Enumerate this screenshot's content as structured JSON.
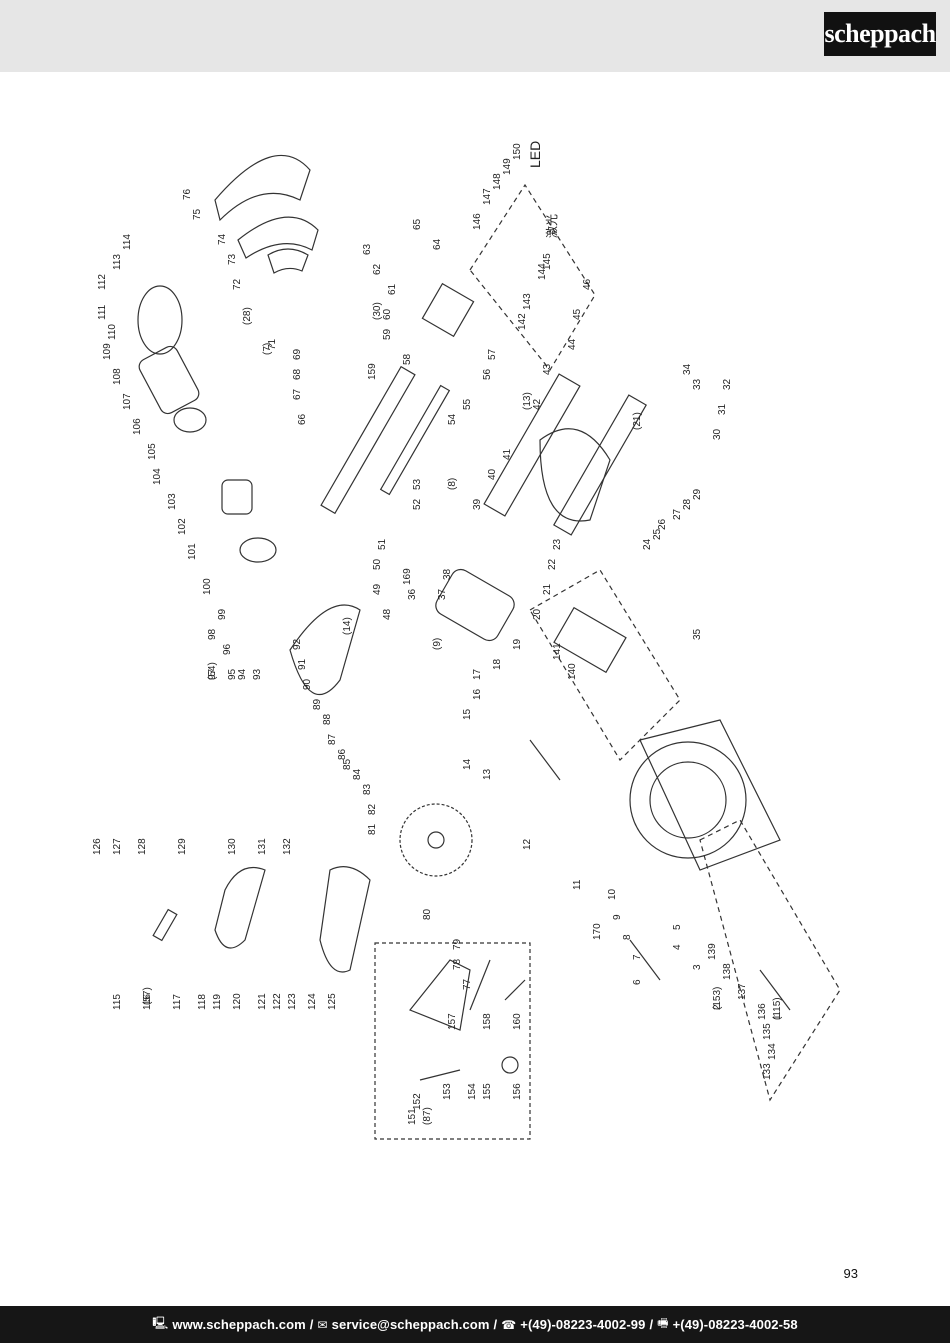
{
  "brand": {
    "logo_text": "scheppach"
  },
  "diagram": {
    "laser_label": "LED",
    "chinese_label": "激光",
    "callouts": [
      "1",
      "2",
      "3",
      "4",
      "5",
      "6",
      "7",
      "8",
      "9",
      "10",
      "11",
      "12",
      "13",
      "14",
      "15",
      "16",
      "17",
      "18",
      "19",
      "20",
      "21",
      "22",
      "23",
      "24",
      "25",
      "26",
      "27",
      "28",
      "29",
      "30",
      "31",
      "32",
      "33",
      "34",
      "35",
      "36",
      "37",
      "38",
      "39",
      "40",
      "41",
      "42",
      "43",
      "44",
      "45",
      "46",
      "48",
      "49",
      "50",
      "51",
      "52",
      "53",
      "54",
      "55",
      "56",
      "57",
      "58",
      "59",
      "60",
      "61",
      "62",
      "63",
      "64",
      "65",
      "66",
      "67",
      "68",
      "69",
      "71",
      "72",
      "73",
      "74",
      "75",
      "76",
      "77",
      "78",
      "79",
      "80",
      "81",
      "82",
      "83",
      "84",
      "85",
      "86",
      "87",
      "88",
      "89",
      "90",
      "91",
      "92",
      "93",
      "94",
      "95",
      "96",
      "97",
      "98",
      "99",
      "100",
      "101",
      "102",
      "103",
      "104",
      "105",
      "106",
      "107",
      "108",
      "109",
      "110",
      "111",
      "112",
      "113",
      "114",
      "115",
      "116",
      "117",
      "118",
      "119",
      "120",
      "121",
      "122",
      "123",
      "124",
      "125",
      "126",
      "127",
      "128",
      "129",
      "130",
      "131",
      "132",
      "133",
      "134",
      "135",
      "136",
      "137",
      "138",
      "139",
      "140",
      "141",
      "142",
      "143",
      "144",
      "145",
      "146",
      "147",
      "148",
      "149",
      "150",
      "151",
      "152",
      "153",
      "154",
      "155",
      "156",
      "157",
      "158",
      "159",
      "160",
      "169",
      "170",
      "(7)",
      "(8)",
      "(9)",
      "(13)",
      "(14)",
      "(21)",
      "(28)",
      "(30)",
      "(54)",
      "(57)",
      "(87)",
      "(115)",
      "(153)"
    ]
  },
  "page": {
    "number": "93"
  },
  "footer": {
    "website": "www.scheppach.com",
    "email": "service@scheppach.com",
    "phone": "+(49)-08223-4002-99",
    "fax": "+(49)-08223-4002-58",
    "separator": " / "
  }
}
